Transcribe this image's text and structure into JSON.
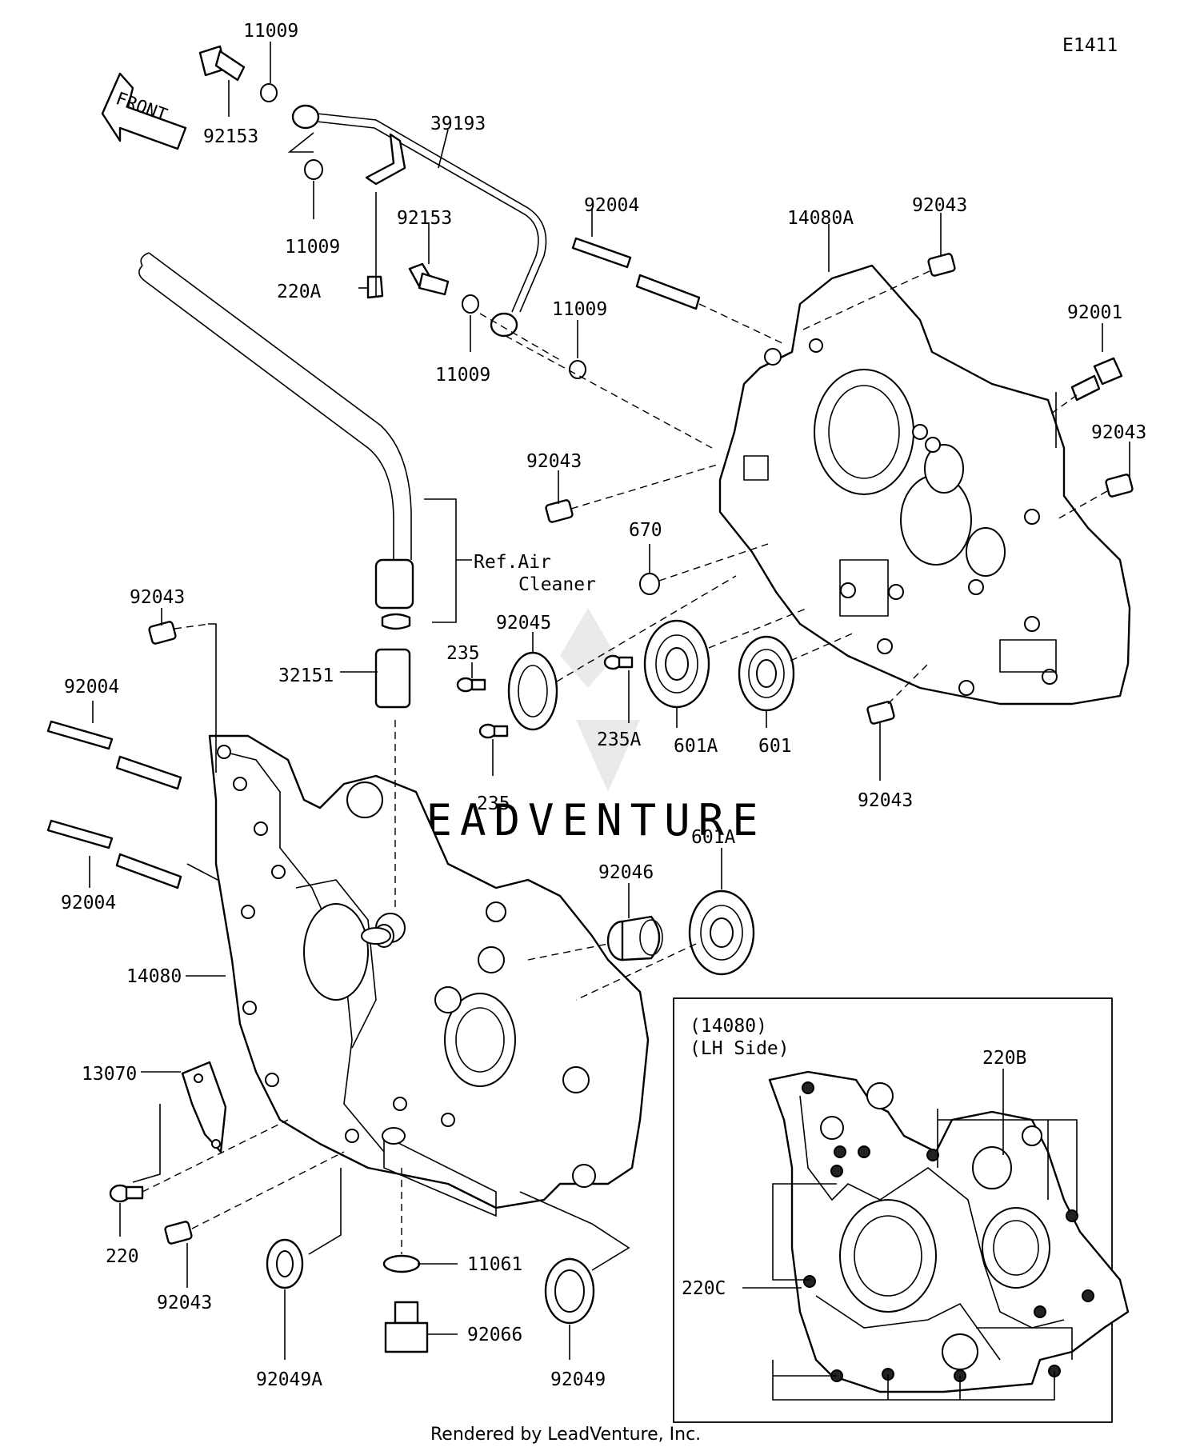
{
  "diagram_code": "E1411",
  "front_label": "FRONT",
  "ref_note": {
    "line1": "Ref.Air",
    "line2": "Cleaner"
  },
  "inset": {
    "line1": "(14080)",
    "line2": "(LH Side)"
  },
  "watermark": "LEADVENTURE",
  "footer": "Rendered by LeadVenture, Inc.",
  "parts": {
    "p11009_top": "11009",
    "p92153_top": "92153",
    "p39193": "39193",
    "p11009_b": "11009",
    "p220A": "220A",
    "p92153_mid": "92153",
    "p11009_c": "11009",
    "p11009_d": "11009",
    "p92004_top": "92004",
    "p14080A": "14080A",
    "p92043_tr": "92043",
    "p92001": "92001",
    "p92043_r": "92043",
    "p92043_m": "92043",
    "p670": "670",
    "p92045": "92045",
    "p235_a": "235",
    "p235A": "235A",
    "p235_b": "235",
    "p601A_top": "601A",
    "p601": "601",
    "p92043_br": "92043",
    "p92043_l": "92043",
    "p32151": "32151",
    "p92004_l1": "92004",
    "p92004_l2": "92004",
    "p14080": "14080",
    "p92046": "92046",
    "p601A_b": "601A",
    "p13070": "13070",
    "p220": "220",
    "p92043_bl": "92043",
    "p11061": "11061",
    "p92066": "92066",
    "p92049A": "92049A",
    "p92049": "92049",
    "p220B": "220B",
    "p220C": "220C"
  }
}
